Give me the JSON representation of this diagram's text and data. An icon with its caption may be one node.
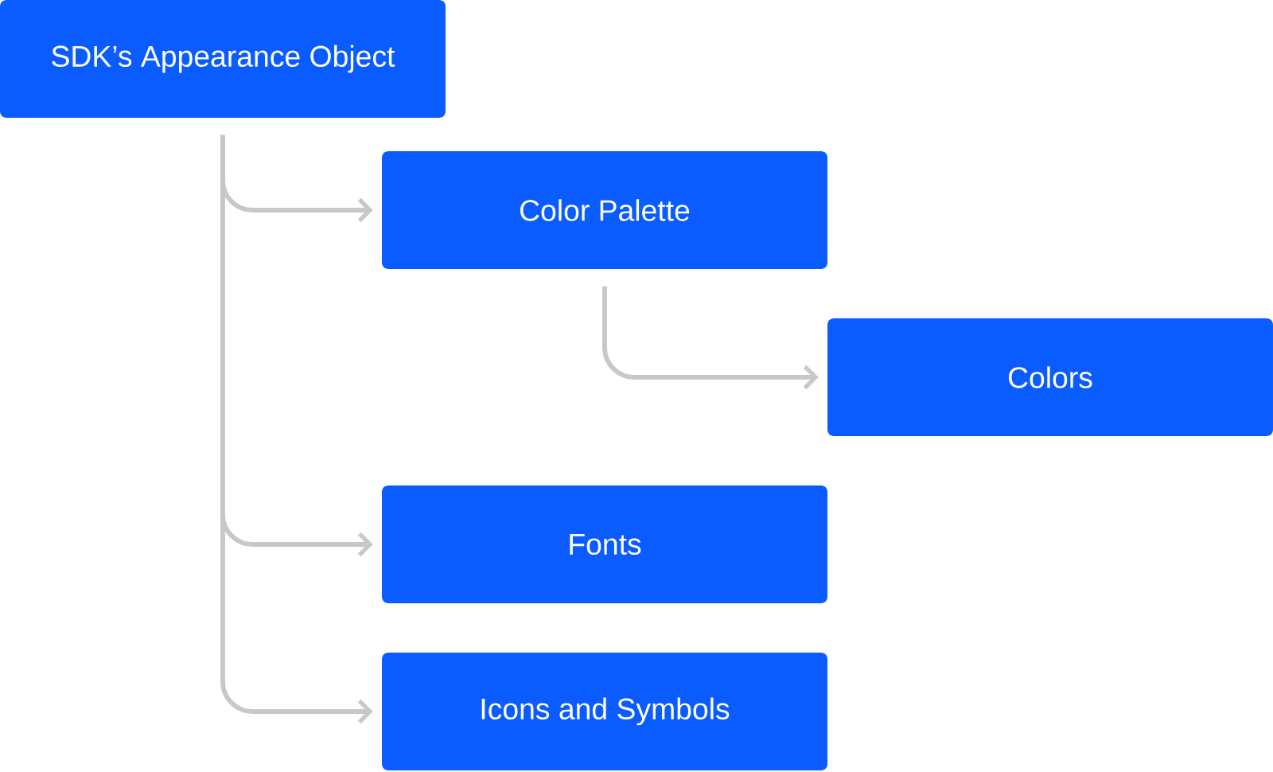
{
  "diagram": {
    "nodes": [
      {
        "text": [
          "SDK’s Appearance Object"
        ]
      },
      {
        "text": [
          "Color Palette"
        ]
      },
      {
        "text": [
          "Colors"
        ]
      },
      {
        "text": [
          "Fonts"
        ]
      },
      {
        "text": [
          "Icons and Symbols"
        ]
      }
    ],
    "edges": [
      {
        "from": 0,
        "to": 1,
        "arrow": "to"
      },
      {
        "from": 1,
        "to": 2,
        "arrow": "to"
      },
      {
        "from": 0,
        "to": 3,
        "arrow": "to"
      },
      {
        "from": 0,
        "to": 4,
        "arrow": "to"
      }
    ]
  }
}
